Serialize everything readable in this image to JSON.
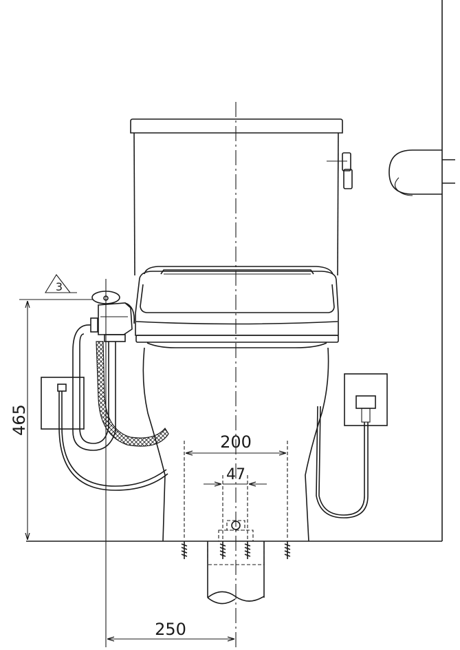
{
  "dimensions": {
    "height_label": "465",
    "pitch_label": "200",
    "drain_offset_label": "47",
    "side_offset_label": "250"
  },
  "revision_mark": "3"
}
